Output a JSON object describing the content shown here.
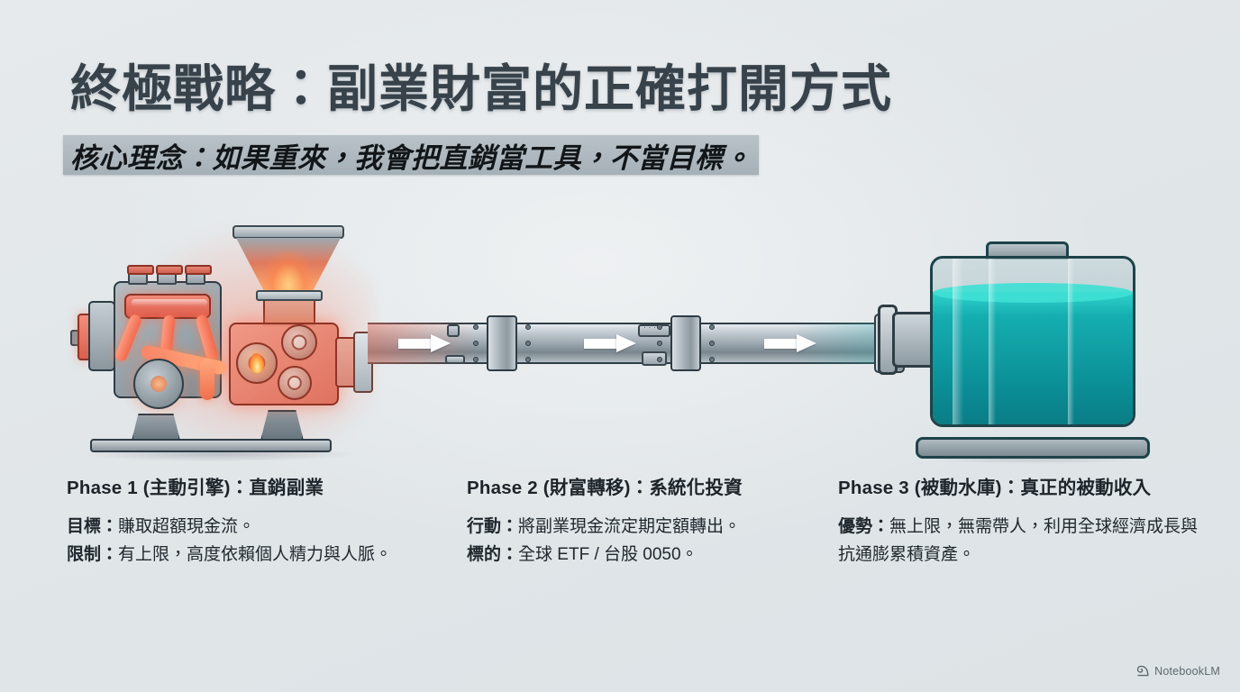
{
  "header": {
    "title": "終極戰略：副業財富的正確打開方式",
    "subtitle": "核心理念：如果重來，我會把直銷當工具，不當目標。"
  },
  "illustration": {
    "engine": {
      "label": "active-income-engine",
      "glow_color": "#f0704f",
      "metal_color": "#98a3aa",
      "outline_color": "#2f3d45"
    },
    "pipe": {
      "label": "wealth-transfer-pipeline",
      "arrow_count": 3,
      "arrow_color": "#ffffff",
      "metal_color": "#9aa5ad"
    },
    "tank": {
      "label": "passive-income-reservoir",
      "liquid_color": "#0b8f97",
      "liquid_surface_color": "#3fe0d4",
      "fill_percent": 80,
      "outline_color": "#1d4349"
    }
  },
  "phases": [
    {
      "heading": "Phase 1 (主動引擎)：直銷副業",
      "lines": [
        {
          "lead": "目標：",
          "text": "賺取超額現金流。"
        },
        {
          "lead": "限制：",
          "text": "有上限，高度依賴個人精力與人脈。"
        }
      ]
    },
    {
      "heading": "Phase 2 (財富轉移)：系統化投資",
      "lines": [
        {
          "lead": "行動：",
          "text": "將副業現金流定期定額轉出。"
        },
        {
          "lead": "標的：",
          "text": "全球 ETF / 台股 0050。"
        }
      ]
    },
    {
      "heading": "Phase 3 (被動水庫)：真正的被動收入",
      "lines": [
        {
          "lead": "優勢：",
          "text": "無上限，無需帶人，利用全球經濟成長與抗通膨累積資產。"
        }
      ]
    }
  ],
  "watermark": {
    "label": "NotebookLM",
    "icon": "notebooklm-spiral-icon"
  },
  "colors": {
    "background": "#e3e8ea",
    "title_text": "#37424a",
    "subtitle_highlight": "#aeb8be",
    "body_text": "#20282e",
    "accent_warm": "#f0704f",
    "accent_cool": "#0b8f97"
  }
}
